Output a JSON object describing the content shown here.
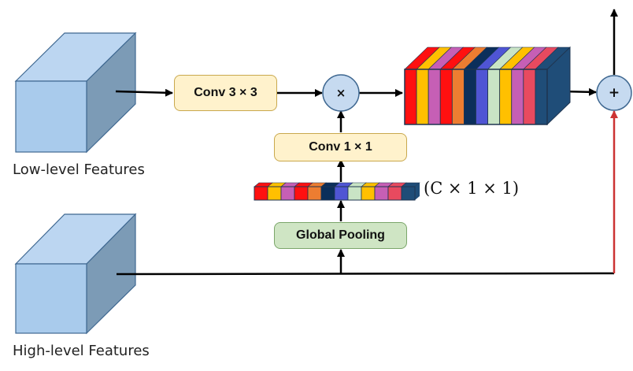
{
  "labels": {
    "low_level": "Low-level Features",
    "high_level": "High-level Features"
  },
  "blocks": {
    "conv3": "Conv 3 × 3",
    "conv1": "Conv 1 × 1",
    "global_pooling": "Global Pooling"
  },
  "operators": {
    "multiply": "×",
    "add": "+"
  },
  "vector_dim": "(C × 1 × 1)",
  "colors": {
    "cube_front": "#a9cbec",
    "cube_top": "#bcd6f1",
    "cube_side": "#7c9bb6",
    "cube_border": "#3f6891",
    "node_fill": "#c6daf0",
    "skip_arrow": "#cc3333",
    "channels": [
      "#ff1010",
      "#ffc000",
      "#c65fb5",
      "#ff1010",
      "#ed7d31",
      "#0b2f5b",
      "#4f55d4",
      "#c9e4c5",
      "#ffc000",
      "#c65fb5",
      "#e84a5f",
      "#1f4d78"
    ]
  }
}
